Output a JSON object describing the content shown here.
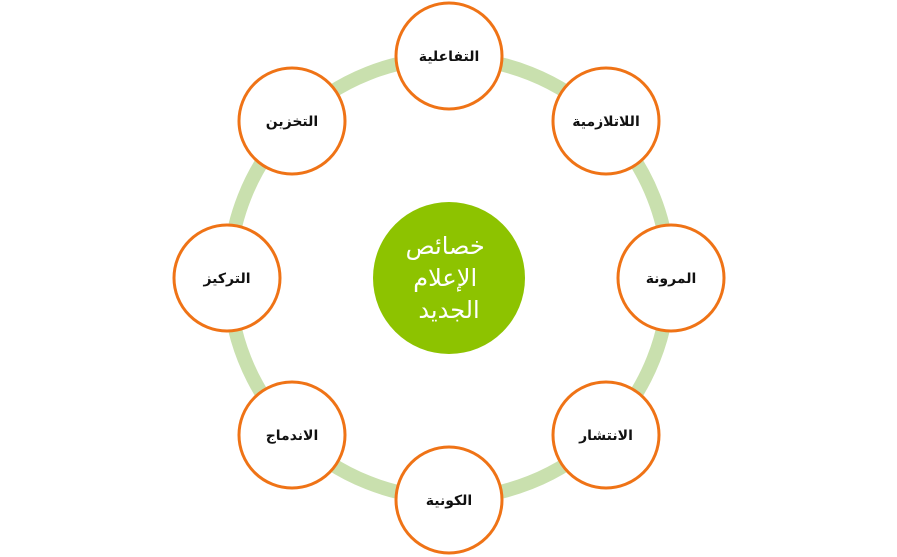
{
  "diagram": {
    "center": {
      "lines": [
        "خصائص",
        "الإعلام",
        "الجديد"
      ]
    },
    "nodes": [
      {
        "label": "التفاعلية"
      },
      {
        "label": "اللاتلازمية"
      },
      {
        "label": "المرونة"
      },
      {
        "label": "الانتشار"
      },
      {
        "label": "الكونية"
      },
      {
        "label": "الاندماج"
      },
      {
        "label": "التركيز"
      },
      {
        "label": "التخزين"
      }
    ],
    "colors": {
      "ring": "#c9e0ae",
      "node_stroke": "#ef7316",
      "node_fill": "#ffffff",
      "center_fill": "#8dc300",
      "center_text": "#ffffff",
      "node_text": "#111111"
    }
  }
}
